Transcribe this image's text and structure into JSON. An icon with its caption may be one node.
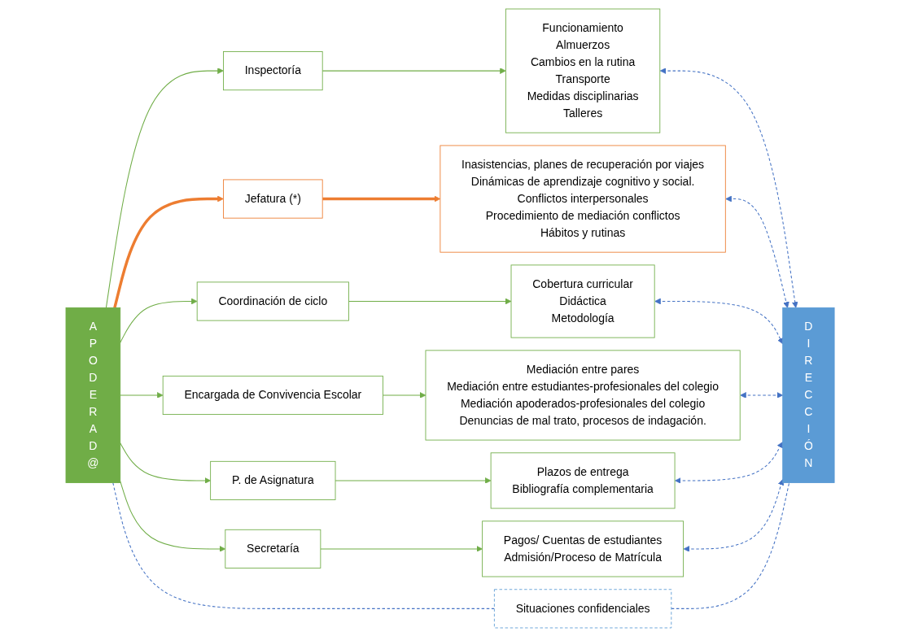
{
  "diagram": {
    "nodes": [
      {
        "text": [
          "A P O D E R A D @"
        ]
      },
      {
        "text": [
          "Inspectoría"
        ]
      },
      {
        "text": [
          "Jefatura (*)"
        ]
      },
      {
        "text": [
          "Coordinación de ciclo"
        ]
      },
      {
        "text": [
          "Encargada de Convivencia Escolar"
        ]
      },
      {
        "text": [
          "P. de Asignatura"
        ]
      },
      {
        "text": [
          "Secretaría"
        ]
      },
      {
        "text": [
          "Funcionamiento",
          "Almuerzos",
          "Cambios en la rutina",
          "Transporte",
          "Medidas disciplinarias",
          "Talleres"
        ]
      },
      {
        "text": [
          "Inasistencias, planes de recuperación por viajes",
          "Dinámicas de aprendizaje cognitivo y social.",
          "Conflictos interpersonales",
          "Procedimiento de mediación conflictos",
          "Hábitos y rutinas"
        ]
      },
      {
        "text": [
          "Cobertura curricular",
          "Didáctica",
          "Metodología"
        ]
      },
      {
        "text": [
          "Mediación entre pares",
          "Mediación entre estudiantes-profesionales del colegio",
          "Mediación apoderados-profesionales del colegio",
          "Denuncias de mal trato, procesos de indagación."
        ]
      },
      {
        "text": [
          "Plazos de entrega",
          "Bibliografía complementaria"
        ]
      },
      {
        "text": [
          "Pagos/ Cuentas de estudiantes",
          "Admisión/Proceso de Matrícula"
        ]
      },
      {
        "text": [
          "D I R E C C I Ó N"
        ]
      },
      {
        "text": [
          "Situaciones confidenciales"
        ]
      }
    ],
    "edges": [
      {
        "from": 0,
        "to": 1,
        "arrow": "to"
      },
      {
        "from": 0,
        "to": 2,
        "arrow": "to",
        "style": "thick",
        "color": "#ed7d31"
      },
      {
        "from": 0,
        "to": 3,
        "arrow": "to"
      },
      {
        "from": 0,
        "to": 4,
        "arrow": "to"
      },
      {
        "from": 0,
        "to": 5,
        "arrow": "to"
      },
      {
        "from": 0,
        "to": 6,
        "arrow": "to"
      },
      {
        "from": 1,
        "to": 7,
        "arrow": "to"
      },
      {
        "from": 2,
        "to": 8,
        "arrow": "to",
        "style": "thick",
        "color": "#ed7d31"
      },
      {
        "from": 3,
        "to": 9,
        "arrow": "to"
      },
      {
        "from": 4,
        "to": 10,
        "arrow": "to"
      },
      {
        "from": 5,
        "to": 11,
        "arrow": "to"
      },
      {
        "from": 6,
        "to": 12,
        "arrow": "to"
      },
      {
        "from": 13,
        "to": 7,
        "arrow": "both",
        "style": "dashed",
        "color": "#4472c4"
      },
      {
        "from": 13,
        "to": 8,
        "arrow": "both",
        "style": "dashed",
        "color": "#4472c4"
      },
      {
        "from": 13,
        "to": 9,
        "arrow": "both",
        "style": "dashed",
        "color": "#4472c4"
      },
      {
        "from": 13,
        "to": 10,
        "arrow": "both",
        "style": "dashed",
        "color": "#4472c4"
      },
      {
        "from": 13,
        "to": 11,
        "arrow": "both",
        "style": "dashed",
        "color": "#4472c4"
      },
      {
        "from": 13,
        "to": 12,
        "arrow": "both",
        "style": "dashed",
        "color": "#4472c4"
      },
      {
        "from": 0,
        "to": 14,
        "arrow": "none",
        "style": "dashed",
        "color": "#4472c4"
      },
      {
        "from": 13,
        "to": 14,
        "arrow": "none",
        "style": "dashed",
        "color": "#4472c4"
      }
    ]
  }
}
